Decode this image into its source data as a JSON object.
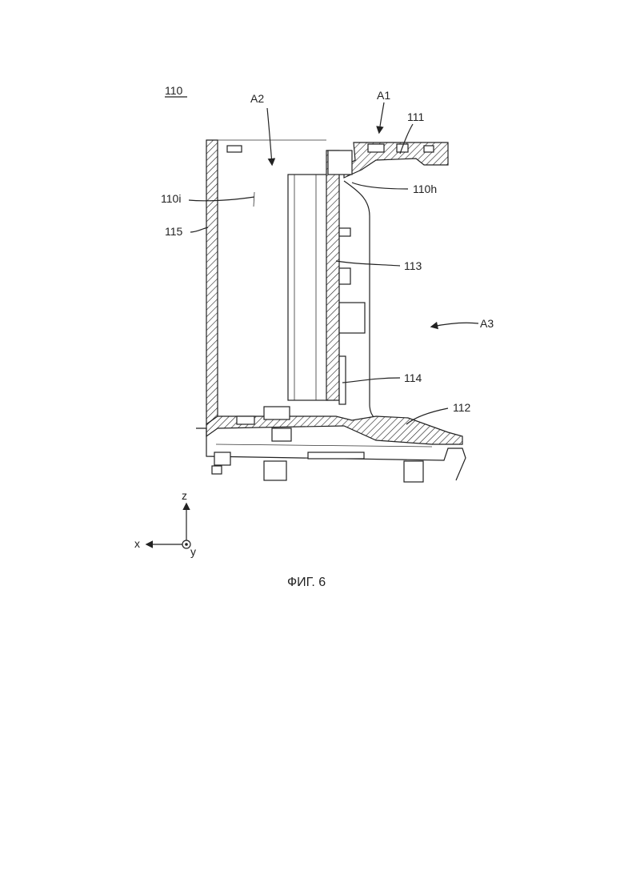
{
  "labels": {
    "ref_110": "110",
    "A1": "A1",
    "A2": "A2",
    "A3": "A3",
    "ref_111": "111",
    "ref_110h": "110h",
    "ref_110i": "110i",
    "ref_115": "115",
    "ref_113": "113",
    "ref_114": "114",
    "ref_112": "112"
  },
  "axes": {
    "z": "z",
    "x": "x",
    "y": "y"
  },
  "caption": "ФИГ. 6"
}
